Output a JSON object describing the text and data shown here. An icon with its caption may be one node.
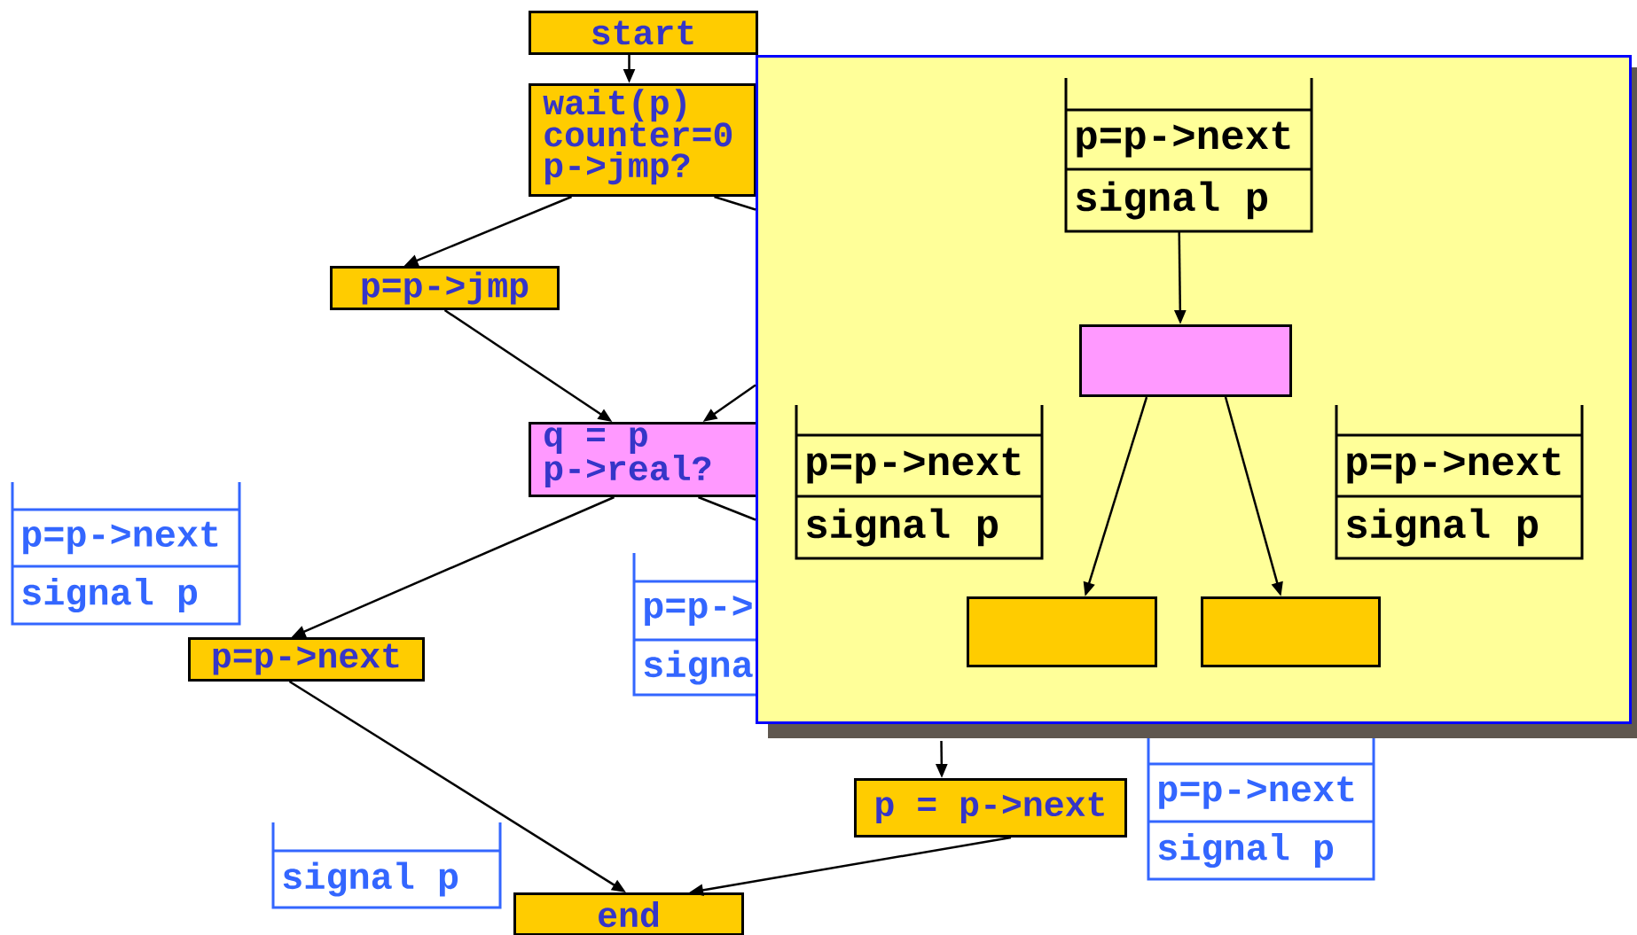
{
  "diagram": {
    "nodes": [
      {
        "text": [
          "start"
        ]
      },
      {
        "text": [
          "wait(p)",
          "counter=0",
          "p->jmp?"
        ]
      },
      {
        "text": [],
        "shape": "box"
      },
      {
        "text": [
          "p=p->next",
          "signal p"
        ],
        "in": 2
      },
      {
        "text": [
          "p=p->jmp"
        ]
      },
      {
        "text": [],
        "shape": "box",
        "in": 2
      },
      {
        "text": [
          "p=p->next",
          "signal p"
        ],
        "in": 2
      },
      {
        "text": [
          "p=p->next",
          "signal p"
        ],
        "in": 2
      },
      {
        "text": [
          "q = p",
          "p->real?"
        ]
      },
      {
        "text": [
          "p=p->next",
          "signal p"
        ]
      },
      {
        "text": [
          "p=p->",
          "signa"
        ]
      },
      {
        "text": [],
        "shape": "box",
        "in": 2
      },
      {
        "text": [],
        "shape": "box",
        "in": 2
      },
      {
        "text": [
          "p=p->next"
        ]
      },
      {
        "text": [
          "p = p->next"
        ]
      },
      {
        "text": [
          "p=p->next",
          "signal p"
        ]
      },
      {
        "text": [
          "signal p"
        ]
      },
      {
        "text": [
          "end"
        ]
      }
    ],
    "edges": [
      {
        "from": 0,
        "to": 1,
        "arrow": "to"
      },
      {
        "from": 1,
        "to": 4,
        "arrow": "to"
      },
      {
        "from": 1,
        "to": 2,
        "arrow": "none"
      },
      {
        "from": 4,
        "to": 8,
        "arrow": "to"
      },
      {
        "from": 2,
        "to": 8,
        "arrow": "to"
      },
      {
        "from": 8,
        "to": 13,
        "arrow": "to"
      },
      {
        "from": 8,
        "to": 2,
        "arrow": "none"
      },
      {
        "from": 13,
        "to": 17,
        "arrow": "to"
      },
      {
        "from": 14,
        "to": 17,
        "arrow": "to"
      },
      {
        "from": 2,
        "to": 14,
        "arrow": "to"
      },
      {
        "from": 3,
        "to": 5,
        "arrow": "to"
      },
      {
        "from": 5,
        "to": 11,
        "arrow": "to"
      },
      {
        "from": 5,
        "to": 12,
        "arrow": "to"
      }
    ]
  }
}
